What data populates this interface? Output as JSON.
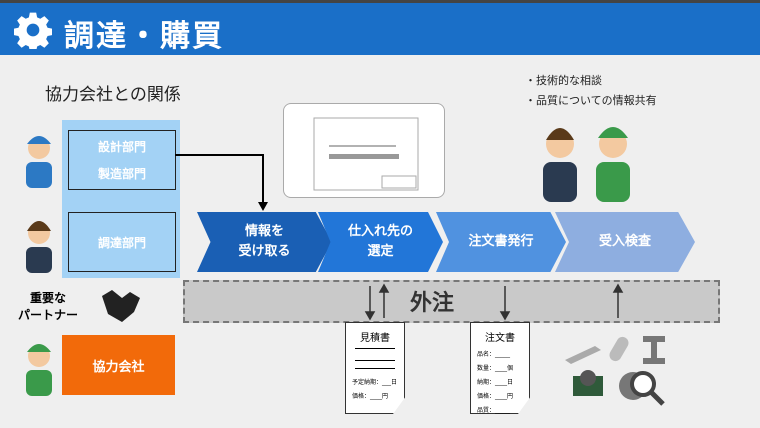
{
  "header": {
    "title": "調達・購買",
    "icon": "gear-icon"
  },
  "subtitle": "協力会社との関係",
  "departments": [
    {
      "lines": [
        "設計部門",
        "製造部門"
      ]
    },
    {
      "lines": [
        "調達部門"
      ]
    }
  ],
  "partner_label": [
    "重要な",
    "パートナー"
  ],
  "coop_company": "協力会社",
  "process_steps": [
    {
      "lines": [
        "情報を",
        "受け取る"
      ],
      "color": "#1a5fb4"
    },
    {
      "lines": [
        "仕入れ先の",
        "選定"
      ],
      "color": "#2276d8"
    },
    {
      "lines": [
        "注文書発行"
      ],
      "color": "#5092e0"
    },
    {
      "lines": [
        "受入検査"
      ],
      "color": "#8eaee0"
    }
  ],
  "outsource_label": "外注",
  "bullets": [
    "・技術的な相談",
    "・品質についての情報共有"
  ],
  "quote_doc": {
    "title": "見積書",
    "rows": [
      "予定納期：___日",
      "価格：____円"
    ]
  },
  "order_doc": {
    "title": "注文書",
    "rows": [
      "品名：_____",
      "数量：____個",
      "納期：____日",
      "価格：____円",
      "品質：_____"
    ]
  }
}
